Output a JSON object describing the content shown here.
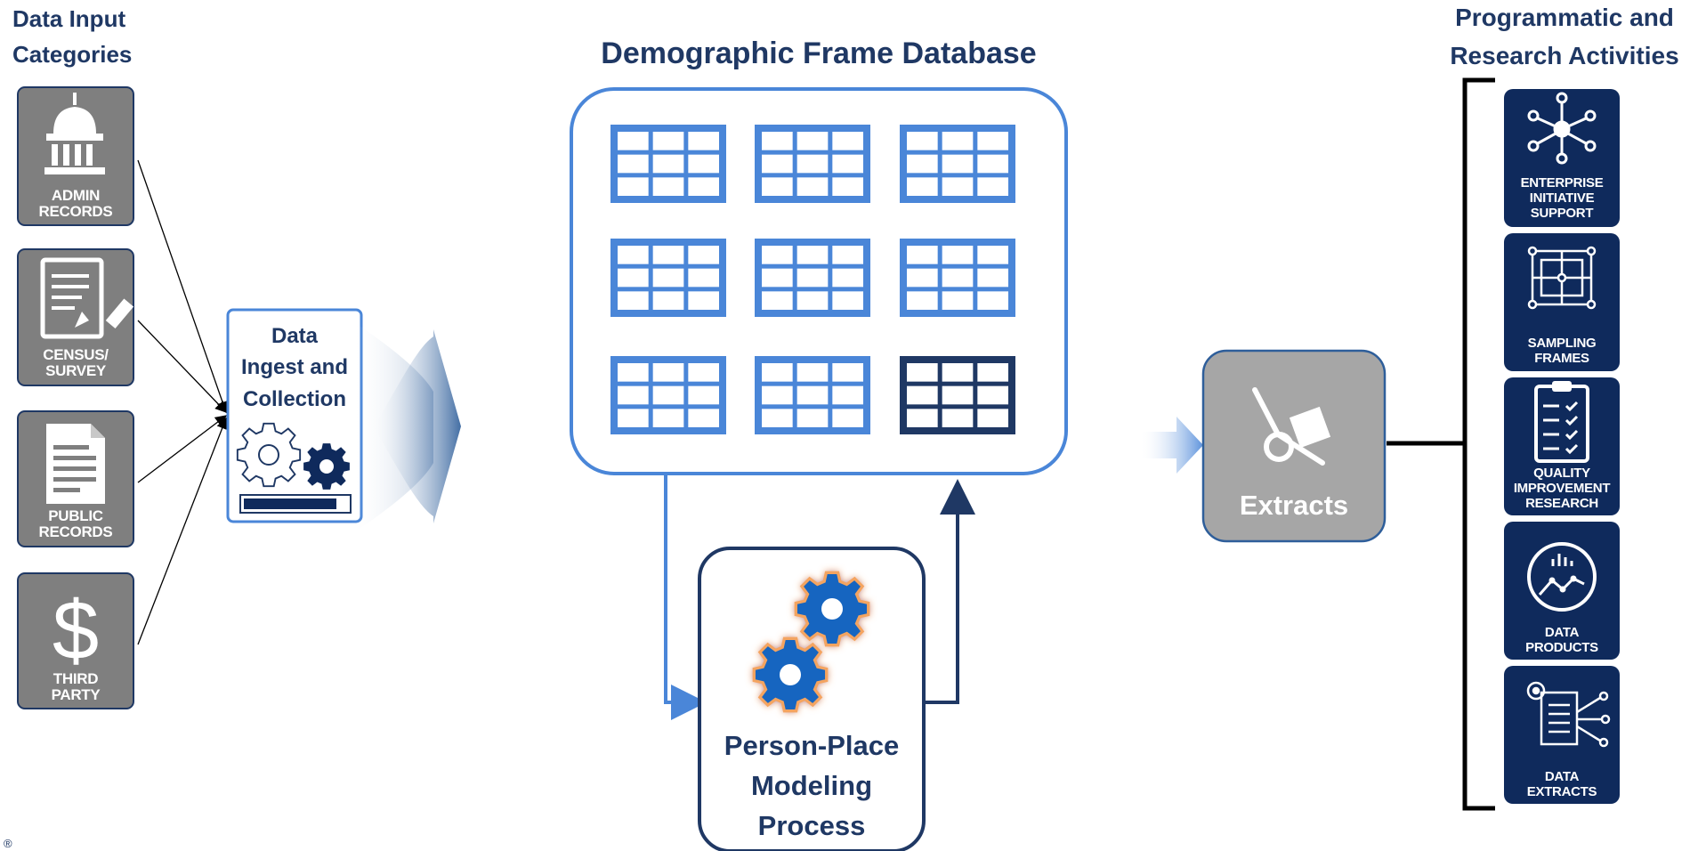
{
  "headers": {
    "inputs": [
      "Data Input",
      "Categories"
    ],
    "database": "Demographic Frame Database",
    "activities": [
      "Programmatic and",
      "Research Activities"
    ]
  },
  "inputs": [
    {
      "label": [
        "ADMIN",
        "RECORDS"
      ],
      "icon": "capitol-building-icon"
    },
    {
      "label": [
        "CENSUS/",
        "SURVEY"
      ],
      "icon": "survey-form-pencil-icon"
    },
    {
      "label": [
        "PUBLIC",
        "RECORDS"
      ],
      "icon": "document-icon"
    },
    {
      "label": [
        "THIRD",
        "PARTY"
      ],
      "icon": "dollar-sign-icon"
    }
  ],
  "ingest": {
    "label": [
      "Data",
      "Ingest and",
      "Collection"
    ],
    "icon": "gears-icon"
  },
  "modeling": {
    "label": [
      "Person-Place",
      "Modeling",
      "Process"
    ],
    "icon": "gears-icon"
  },
  "extracts": {
    "label": "Extracts",
    "icon": "hand-truck-icon"
  },
  "activities": [
    {
      "label": [
        "ENTERPRISE",
        "INITIATIVE",
        "SUPPORT"
      ],
      "icon": "network-hub-icon"
    },
    {
      "label": [
        "SAMPLING",
        "FRAMES"
      ],
      "icon": "grid-nodes-icon"
    },
    {
      "label": [
        "QUALITY",
        "IMPROVEMENT",
        "RESEARCH"
      ],
      "icon": "checklist-clipboard-icon"
    },
    {
      "label": [
        "DATA",
        "PRODUCTS"
      ],
      "icon": "chart-circle-icon"
    },
    {
      "label": [
        "DATA",
        "EXTRACTS"
      ],
      "icon": "document-gear-icon"
    }
  ],
  "footer_mark": "®",
  "colors": {
    "navy": "#1f3864",
    "blue": "#4a86d8",
    "gray": "#7f7f7f",
    "dark_tile": "#0f2a5c",
    "gear_blue": "#1565c0",
    "gear_glow": "#f4a460"
  }
}
